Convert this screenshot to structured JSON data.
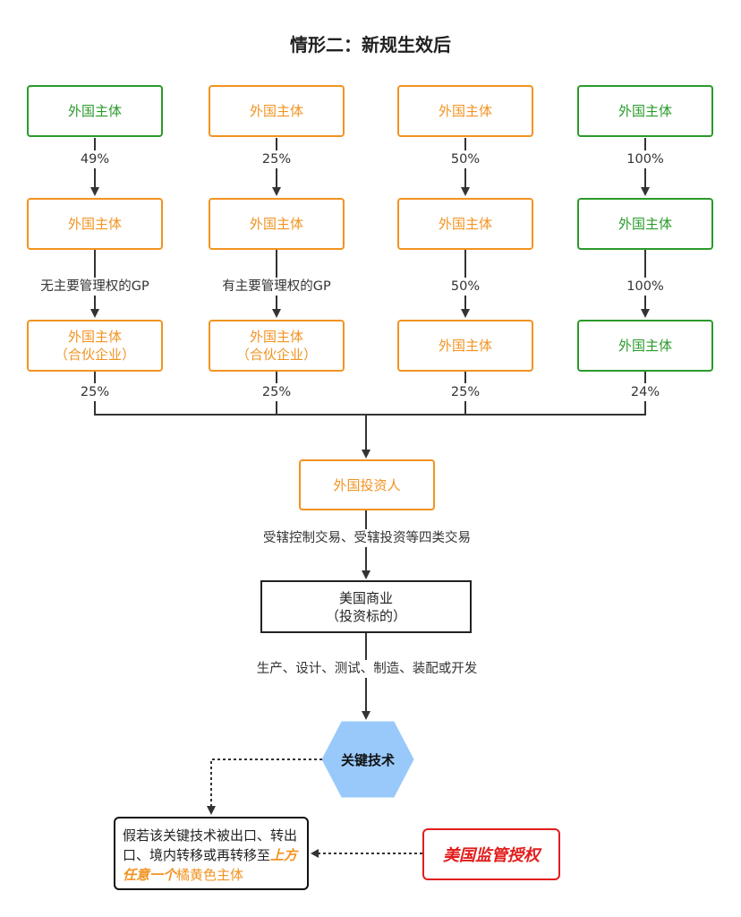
{
  "title": "情形二：新规生效后",
  "columns": [
    {
      "top": "外国主体",
      "top_color": "green",
      "label1": "49%",
      "mid": "外国主体",
      "mid_color": "orange",
      "label2": "无主要管理权的GP",
      "bottom_line1": "外国主体",
      "bottom_line2": "（合伙企业）",
      "bottom_color": "orange",
      "label3": "25%"
    },
    {
      "top": "外国主体",
      "top_color": "orange",
      "label1": "25%",
      "mid": "外国主体",
      "mid_color": "orange",
      "label2": "有主要管理权的GP",
      "bottom_line1": "外国主体",
      "bottom_line2": "（合伙企业）",
      "bottom_color": "orange",
      "label3": "25%"
    },
    {
      "top": "外国主体",
      "top_color": "orange",
      "label1": "50%",
      "mid": "外国主体",
      "mid_color": "orange",
      "label2": "50%",
      "bottom_line1": "外国主体",
      "bottom_line2": "",
      "bottom_color": "orange",
      "label3": "25%"
    },
    {
      "top": "外国主体",
      "top_color": "green",
      "label1": "100%",
      "mid": "外国主体",
      "mid_color": "green",
      "label2": "100%",
      "bottom_line1": "外国主体",
      "bottom_line2": "",
      "bottom_color": "green",
      "label3": "24%"
    }
  ],
  "investor": "外国投资人",
  "transaction_label": "受辖控制交易、受辖投资等四类交易",
  "us_business_line1": "美国商业",
  "us_business_line2": "（投资标的）",
  "activity_label": "生产、设计、测试、制造、装配或开发",
  "key_tech": "关键技术",
  "note": {
    "part1": "假若该关键技术被出口、转出口、境内转移或再转移至",
    "highlight": "上方任意一个",
    "part2": "橘黄色主体"
  },
  "authorization": "美国监管授权",
  "colors": {
    "green": "#2a9a2a",
    "orange": "#f29321",
    "red": "#e21d1d",
    "hex_fill": "#99c9fb"
  }
}
